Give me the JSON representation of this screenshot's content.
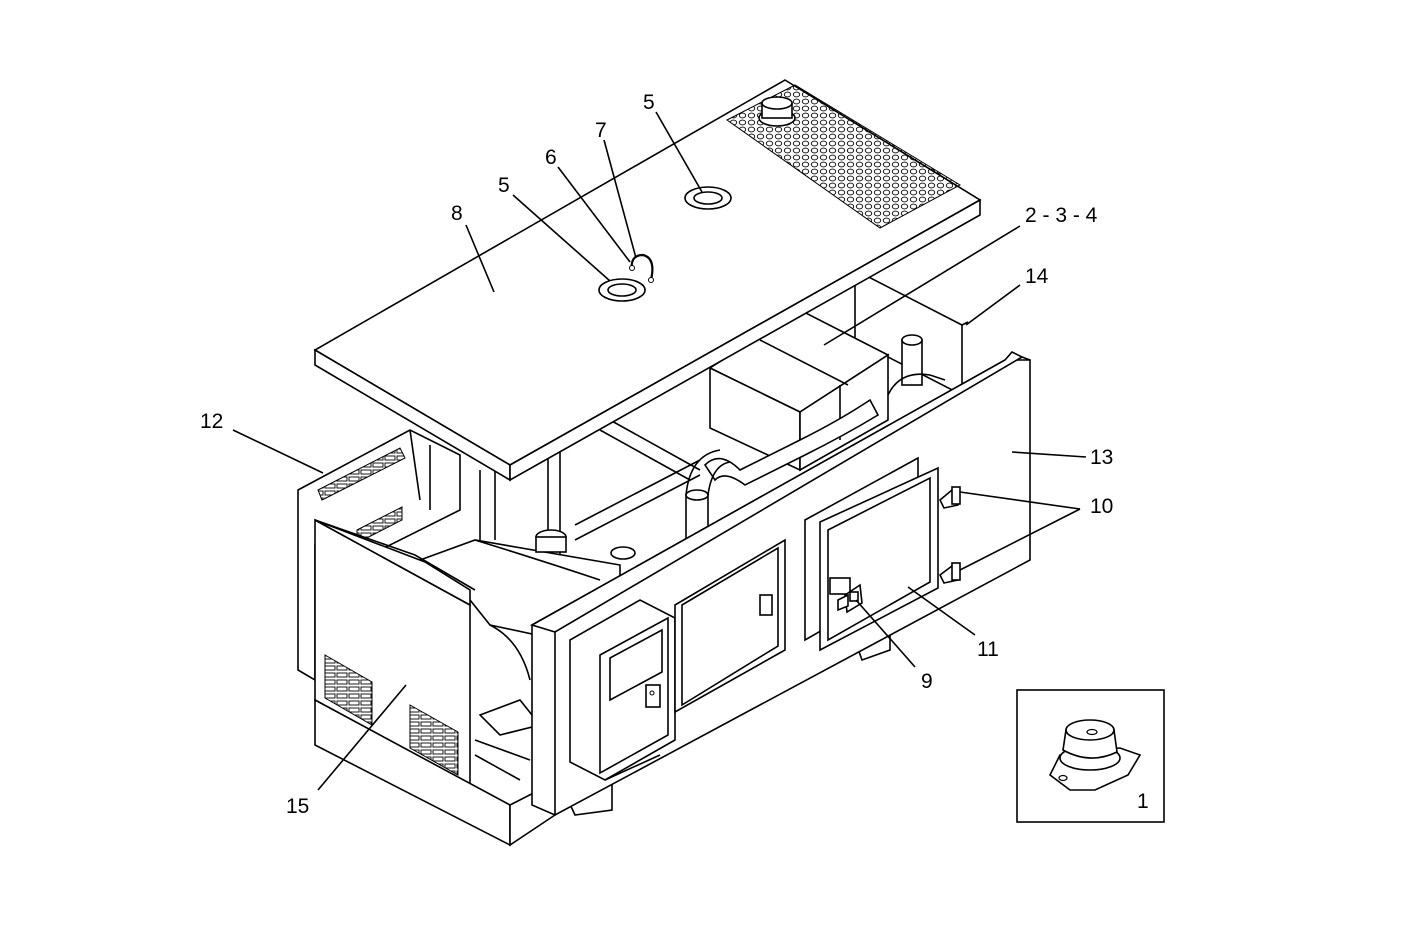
{
  "callouts": [
    {
      "id": "c8",
      "label": "8"
    },
    {
      "id": "c5a",
      "label": "5"
    },
    {
      "id": "c6",
      "label": "6"
    },
    {
      "id": "c7",
      "label": "7"
    },
    {
      "id": "c5b",
      "label": "5"
    },
    {
      "id": "c234",
      "label": "2 - 3 - 4"
    },
    {
      "id": "c14",
      "label": "14"
    },
    {
      "id": "c12",
      "label": "12"
    },
    {
      "id": "c13",
      "label": "13"
    },
    {
      "id": "c10",
      "label": "10"
    },
    {
      "id": "c11",
      "label": "11"
    },
    {
      "id": "c9",
      "label": "9"
    },
    {
      "id": "c15",
      "label": "15"
    },
    {
      "id": "c1",
      "label": "1"
    }
  ]
}
